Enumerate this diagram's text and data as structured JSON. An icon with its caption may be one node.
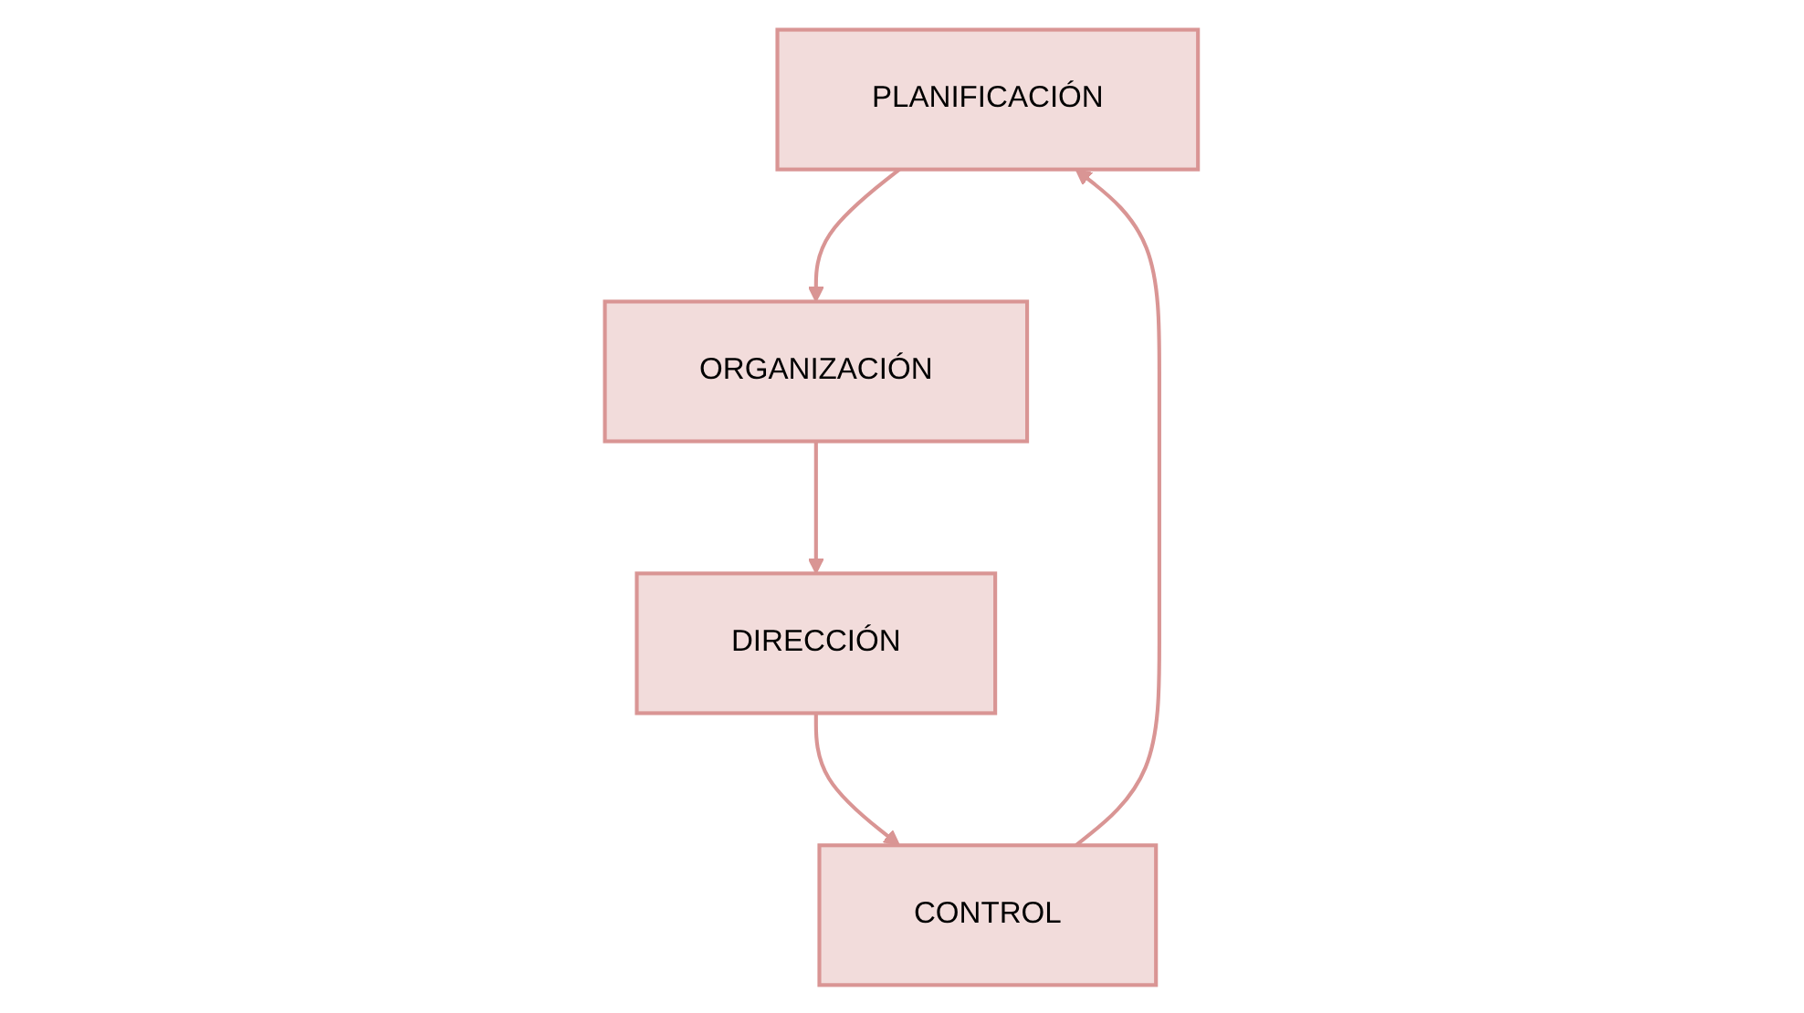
{
  "diagram": {
    "nodes": [
      {
        "text": [
          "PLANIFICACIÓN"
        ]
      },
      {
        "text": [
          "ORGANIZACIÓN"
        ]
      },
      {
        "text": [
          "CONTROL"
        ]
      },
      {
        "text": [
          "DIRECCIÓN"
        ]
      }
    ],
    "edges": [
      {
        "from": 0,
        "to": 1,
        "arrow": "to"
      },
      {
        "from": 1,
        "to": 3,
        "arrow": "to"
      },
      {
        "from": 3,
        "to": 2,
        "arrow": "to"
      },
      {
        "from": 2,
        "to": 0,
        "arrow": "to"
      }
    ]
  }
}
